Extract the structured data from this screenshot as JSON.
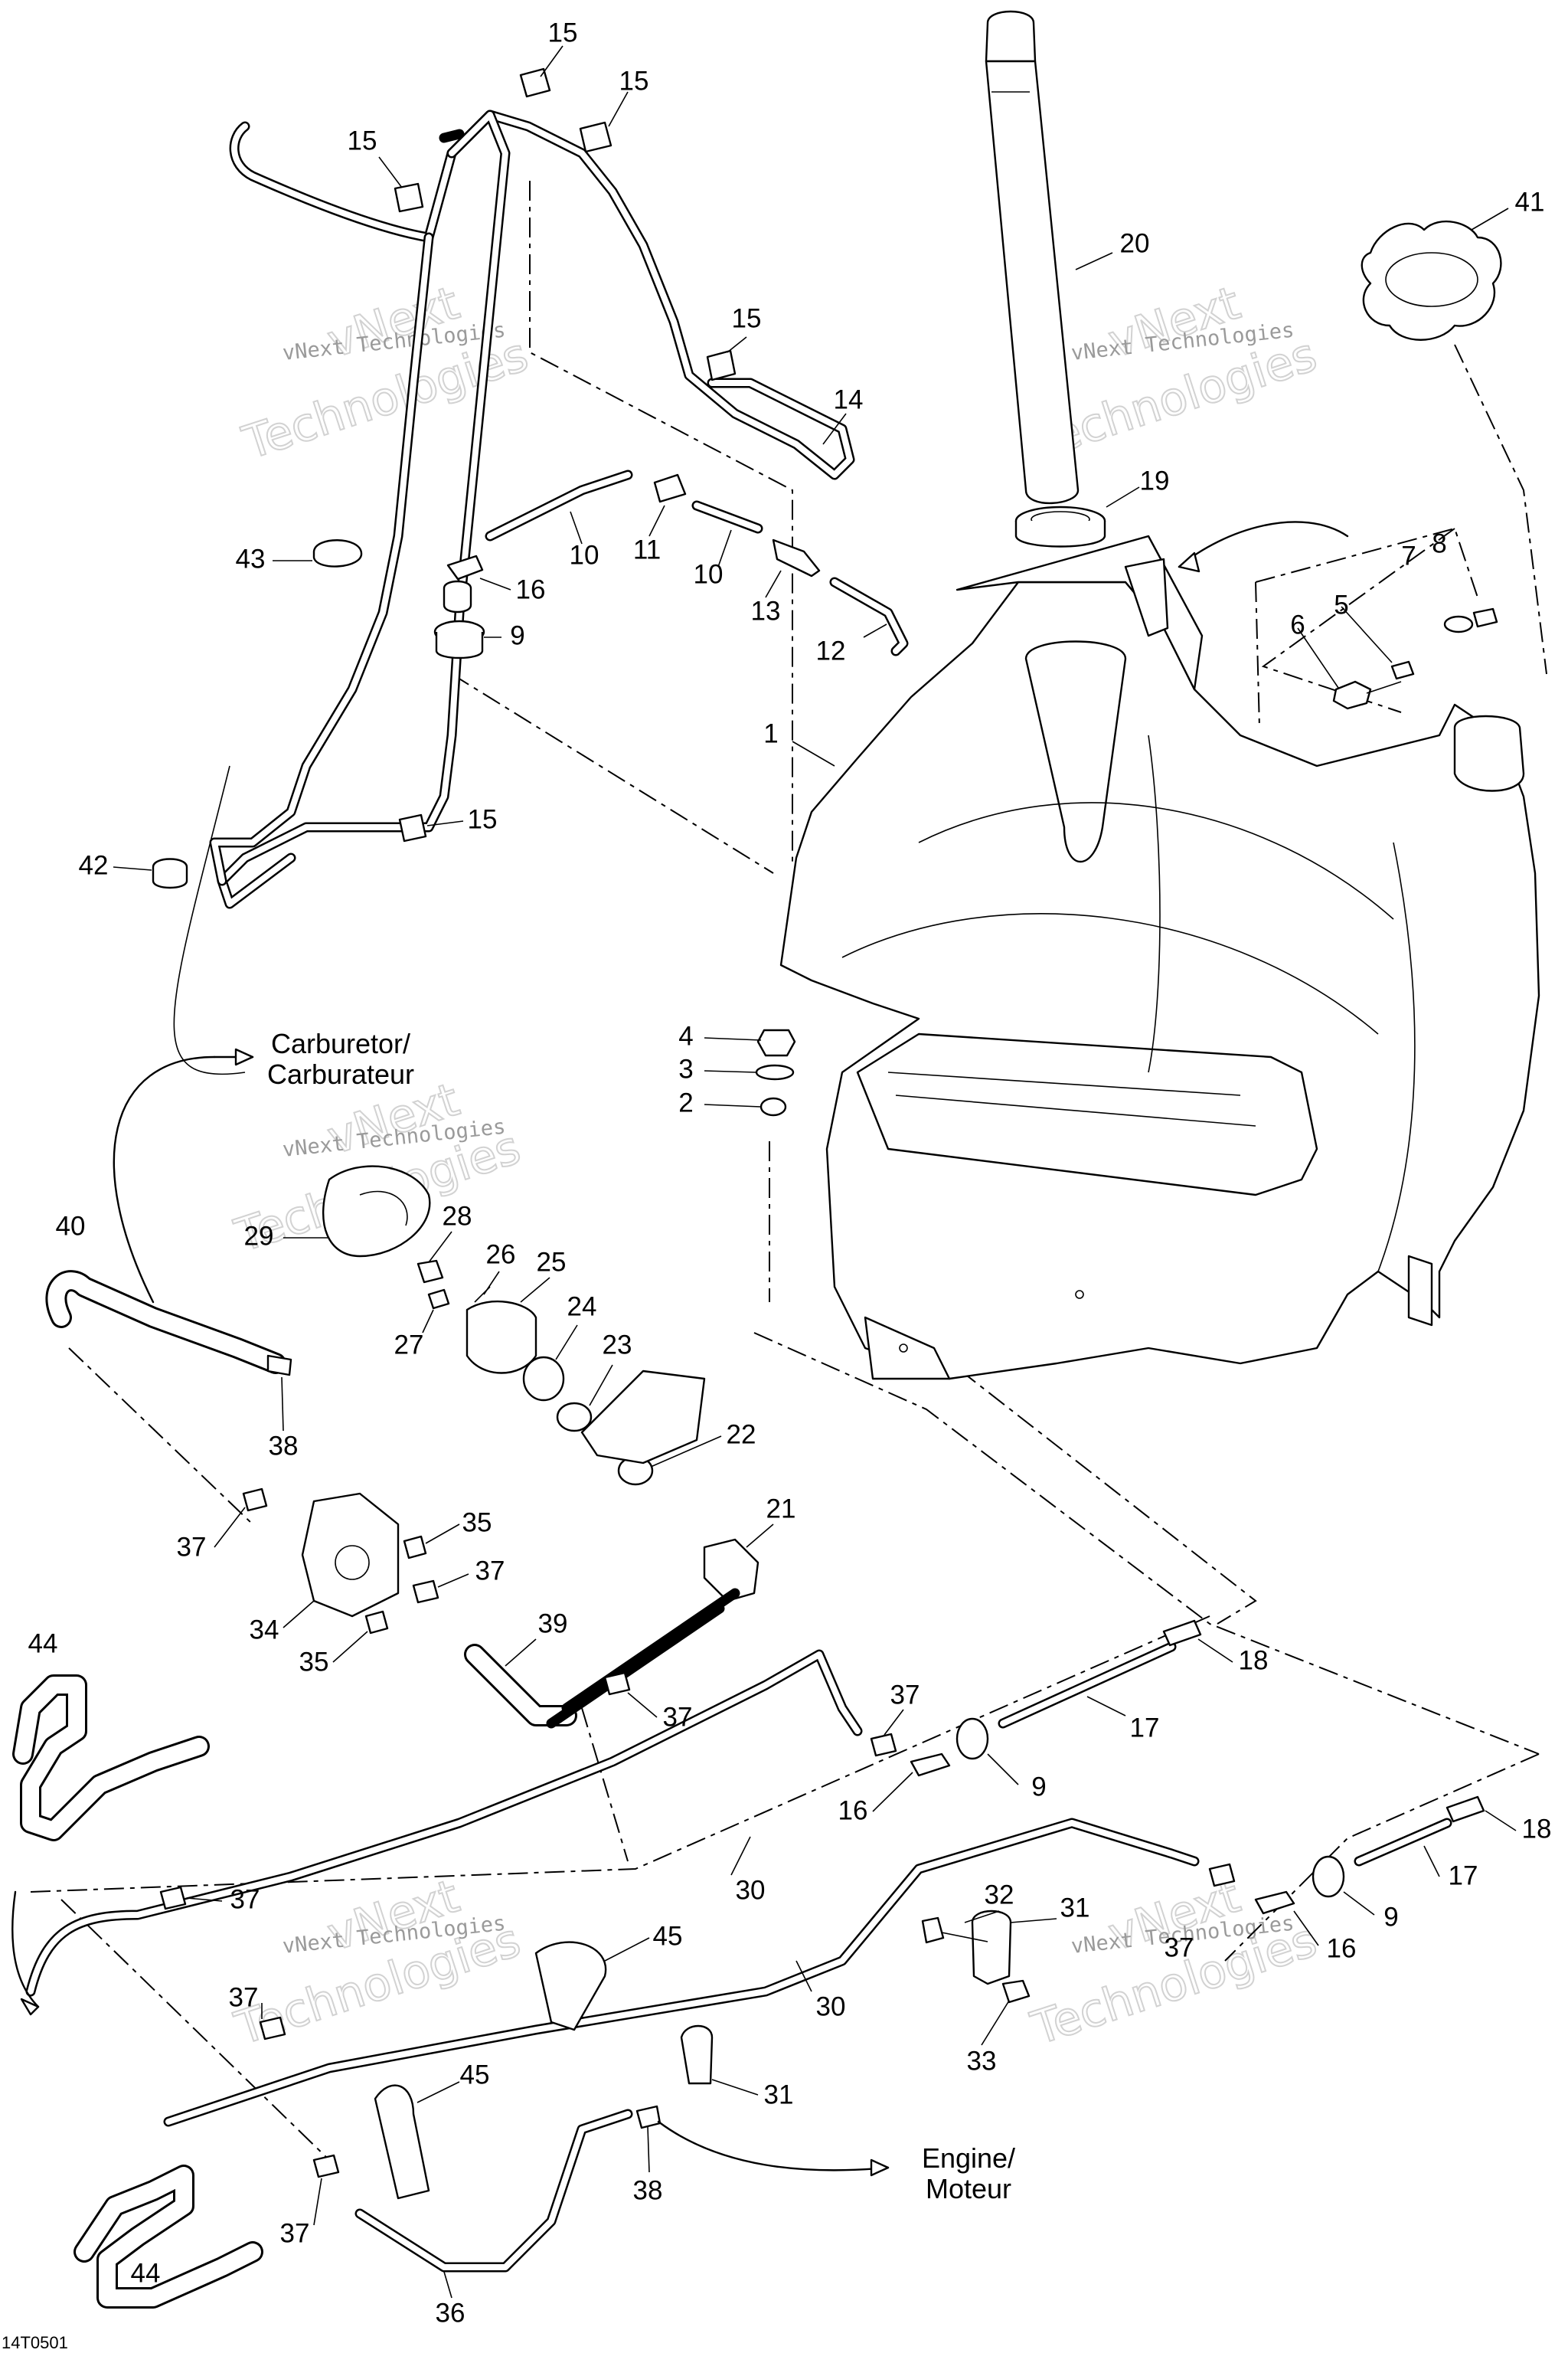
{
  "callouts": [
    {
      "label": "15"
    },
    {
      "label": "15"
    },
    {
      "label": "15"
    },
    {
      "label": "15"
    },
    {
      "label": "15"
    },
    {
      "label": "14"
    },
    {
      "label": "43"
    },
    {
      "label": "16"
    },
    {
      "label": "9"
    },
    {
      "label": "10"
    },
    {
      "label": "11"
    },
    {
      "label": "10"
    },
    {
      "label": "13"
    },
    {
      "label": "12"
    },
    {
      "label": "42"
    },
    {
      "label": "20"
    },
    {
      "label": "41"
    },
    {
      "label": "19"
    },
    {
      "label": "7"
    },
    {
      "label": "8"
    },
    {
      "label": "5"
    },
    {
      "label": "6"
    },
    {
      "label": "1"
    },
    {
      "label": "4"
    },
    {
      "label": "3"
    },
    {
      "label": "2"
    },
    {
      "label": "28"
    },
    {
      "label": "29"
    },
    {
      "label": "26"
    },
    {
      "label": "25"
    },
    {
      "label": "27"
    },
    {
      "label": "24"
    },
    {
      "label": "23"
    },
    {
      "label": "22"
    },
    {
      "label": "40"
    },
    {
      "label": "38"
    },
    {
      "label": "21"
    },
    {
      "label": "35"
    },
    {
      "label": "37"
    },
    {
      "label": "37"
    },
    {
      "label": "34"
    },
    {
      "label": "35"
    },
    {
      "label": "39"
    },
    {
      "label": "37"
    },
    {
      "label": "44"
    },
    {
      "label": "18"
    },
    {
      "label": "37"
    },
    {
      "label": "17"
    },
    {
      "label": "16"
    },
    {
      "label": "9"
    },
    {
      "label": "30"
    },
    {
      "label": "18"
    },
    {
      "label": "17"
    },
    {
      "label": "37"
    },
    {
      "label": "32"
    },
    {
      "label": "31"
    },
    {
      "label": "37"
    },
    {
      "label": "16"
    },
    {
      "label": "9"
    },
    {
      "label": "45"
    },
    {
      "label": "30"
    },
    {
      "label": "37"
    },
    {
      "label": "33"
    },
    {
      "label": "45"
    },
    {
      "label": "31"
    },
    {
      "label": "38"
    },
    {
      "label": "37"
    },
    {
      "label": "44"
    },
    {
      "label": "36"
    }
  ],
  "notes": {
    "carburetor_line1": "Carburetor/",
    "carburetor_line2": "Carburateur",
    "engine_line1": "Engine/",
    "engine_line2": "Moteur"
  },
  "watermark": {
    "line1": "vNext Technologies",
    "line2": "vNext",
    "line3": "Technologies"
  },
  "figure_ref": "14T0501"
}
